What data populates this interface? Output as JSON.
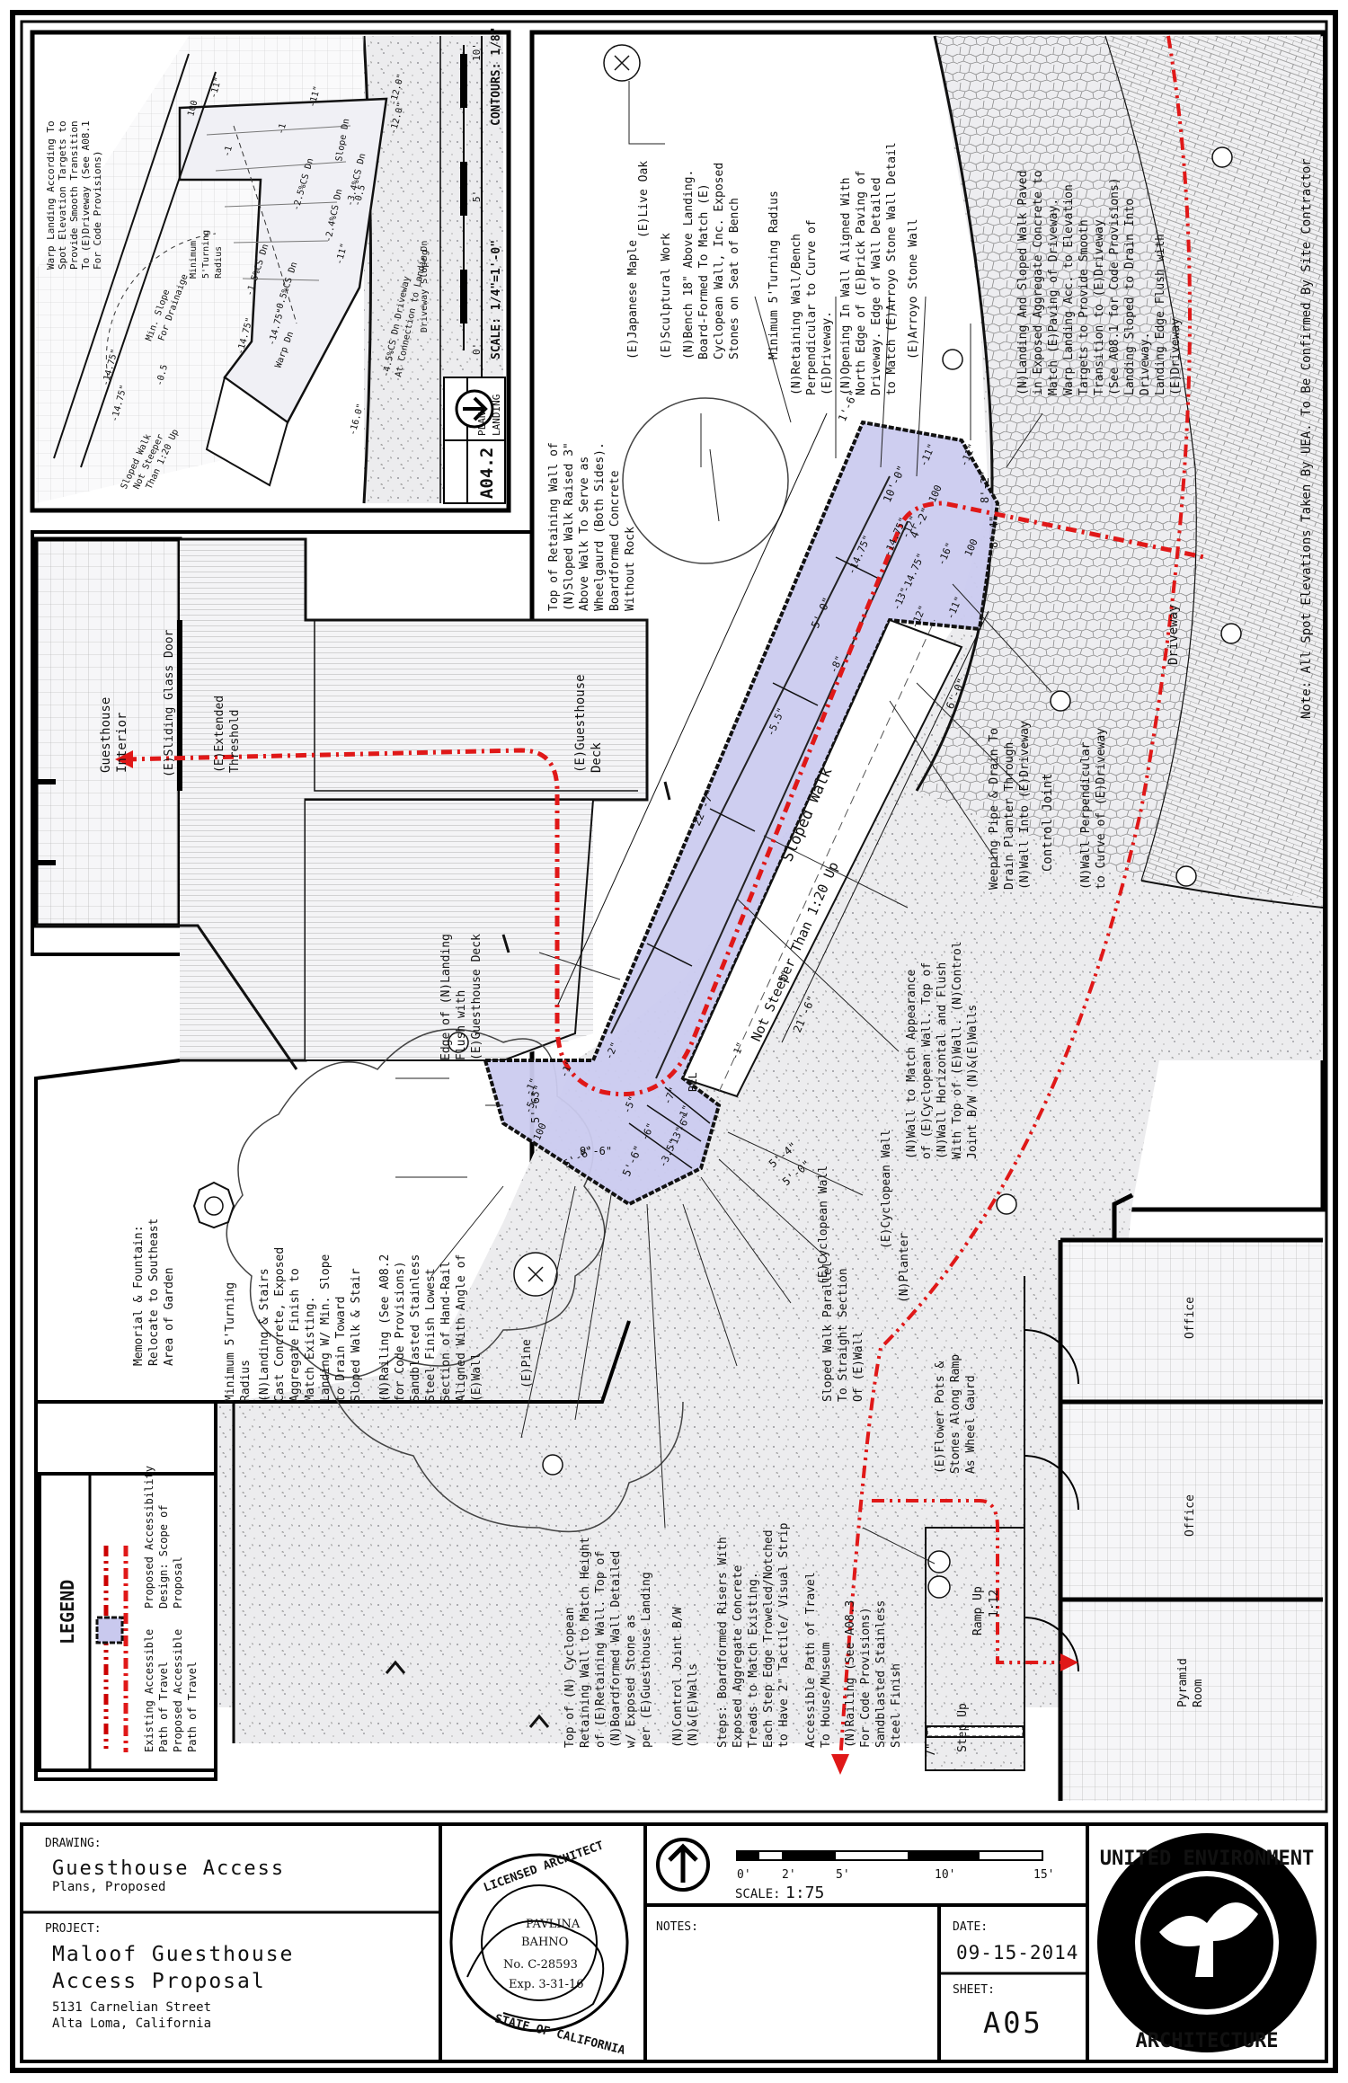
{
  "title_block": {
    "drawing_label": "DRAWING:",
    "drawing_title": "Guesthouse Access",
    "drawing_subtitle": "Plans, Proposed",
    "project_label": "PROJECT:",
    "project_title_1": "Maloof Guesthouse",
    "project_title_2": "Access Proposal",
    "address_1": "5131 Carnelian Street",
    "address_2": "Alta Loma, California",
    "notes_label": "NOTES:",
    "date_label": "DATE:",
    "date_value": "09-15-2014",
    "sheet_label": "SHEET:",
    "sheet_value": "A05",
    "scale_prefix": "SCALE:",
    "scale_value": "1:75",
    "scale_ticks": [
      "0'",
      "2'",
      "5'",
      "10'",
      "15'"
    ],
    "firm_top": "UNITED ENVIRONMENT",
    "firm_bottom": "ARCHITECTURE"
  },
  "stamp": {
    "top": "LICENSED ARCHITECT",
    "bottom": "STATE OF CALIFORNIA",
    "name": "PAVLINA",
    "line2": "BAHNO",
    "license": "No. C-28593",
    "exp": "Exp. 3-31-16"
  },
  "legend": {
    "title": "LEGEND",
    "items": [
      {
        "label_1": "Existing Accessible",
        "label_2": "Path of Travel",
        "color": "#cc0000",
        "style": "dashdotdot"
      },
      {
        "label_1": "Proposed Accessible",
        "label_2": "Path of Travel",
        "color": "#e01818",
        "style": "dashdot"
      },
      {
        "label_1": "Proposed Accessibility",
        "label_2": "Design: Scope of",
        "label_3": "Proposal",
        "color": "#c9c9ee",
        "style": "box"
      }
    ]
  },
  "inset": {
    "tag": "A04.2",
    "plan_label_1": "PLAN:",
    "plan_label_2": "LANDING",
    "scale": "SCALE: 1/4\"=1'-0\"",
    "contours": "CONTOURS: 1/8\"",
    "scale_ticks": [
      "0'",
      "5'",
      "10'"
    ],
    "note": [
      "Warp Landing According To",
      "Spot Elevation Targets to",
      "Provide Smooth Transition",
      "To (E)Driveway (See A08.1",
      "For Code Provisions)"
    ],
    "labels": [
      "Min. Slope",
      "For Drainaige",
      "Minimum",
      "5'Turning",
      "Radius",
      "Sloped Walk",
      "Not Steeper",
      "Than 1:20 Up",
      "Driveway Slope Dn",
      "-4.5%CS Dn Driveway",
      "At Connection to Landing",
      "-1.5%CS Dn",
      "-2.4%CS Dn",
      "-0.5%CS Dn",
      "-2.5%CS Dn",
      "-3.4%CS Dn",
      "Warp Dn",
      "Slope Dn"
    ],
    "elevations": [
      "-14.75\"",
      "-14.75\"",
      "-14.75\"",
      "-16.0\"",
      "-14.75\"",
      "-12.0\"",
      "-12.0\"",
      "-11\"",
      "-11\"",
      "-11\"",
      "-0.5",
      "-0.5",
      "-1",
      "-1",
      "100"
    ]
  },
  "callouts": {
    "live_oak": "(E)Live Oak",
    "japanese_maple": "(E)Japanese Maple",
    "sculptural": "(E)Sculptural Work",
    "bench": [
      "(N)Bench 18\" Above Landing.",
      "Board-Formed To Match (E)",
      "Cyclopean Wall, Inc. Exposed",
      "Stones on Seat of Bench"
    ],
    "turning": "Minimum 5'Turning Radius",
    "retaining_perp": [
      "(N)Retaining Wall/Bench",
      "Perpendicular to Curve of",
      "(E)Driveway."
    ],
    "opening": [
      "(N)Opening In Wall Aligned With",
      "North Edge of (E)Brick Paving of",
      "Driveway. Edge of Wall Detailed",
      "to Match (E)Arroyo Stone Wall Detail"
    ],
    "arroyo": "(E)Arroyo Stone Wall",
    "landing_sloped": [
      "(N)Landing And Sloped Walk Paved",
      "in Exposed Aggregate Concrete to",
      "Match (E)Paving of Driveway.",
      "Warp Landing Acc. to Elevation",
      "Targets to Provide Smooth",
      "Transition to (E)Driveway",
      "(See A08.1 for Code Provisions)",
      "Landing Sloped to Drain Into",
      "Driveway.",
      "Landing Edge Flush with",
      "(E)Driveway"
    ],
    "note_spot": "Note: All Spot Elevations Taken By UEA. To Be Confirmed By Site Contractor",
    "top_retaining": [
      "Top of Retaining Wall of",
      "(N)Sloped Walk Raised 3\"",
      "Above Walk To Serve as",
      "Wheelgaurd (Both Sides).",
      "Boardformed Concrete",
      "Without Rock"
    ],
    "driveway": "Driveway",
    "control_joint": "Control Joint",
    "wall_perp": [
      "(N)Wall Perpendicular",
      "to Curve of (E)Driveway"
    ],
    "weeping": [
      "Weeping Pipe & Drain To",
      "Drain Planter Through",
      "(N)Wall Into (E)Driveway"
    ],
    "wall_match": [
      "(N)Wall to Match Appearance",
      "of (E)Cyclopean Wall. Top of",
      "(N)Wall Horizontal and Flush",
      "With Top of (E)Wall. (N)Control",
      "Joint B/W (N)&(E)Walls"
    ],
    "cyclopean_wall": "(E)Cyclopean Wall",
    "planter": "(N)Planter",
    "sloped_parallel": [
      "Sloped Walk Parallel",
      "To Straight Section",
      "Of (E)Wall"
    ],
    "sloped_walk_1": "Sloped Walk",
    "sloped_walk_2": "Not Steeper Than 1:20 Up",
    "guesthouse_deck": [
      "(E)Guesthouse",
      "Deck"
    ],
    "guesthouse_interior": [
      "Guesthouse",
      "Interior"
    ],
    "sliding_door": "(E)Sliding Glass Door",
    "threshold": [
      "(E)Extended",
      "Threshold"
    ],
    "edge_landing": [
      "Edge of (N)Landing",
      "Flush with",
      "(E)Guesthouse Deck"
    ],
    "memorial": [
      "Memorial & Fountain:",
      "Relocate to Southeast",
      "Area of Garden"
    ],
    "min_turning": [
      "Minimum 5'Turning",
      "Radius"
    ],
    "landing_stairs": [
      "(N)Landing & Stairs",
      "Cast Concrete, Exposed",
      "Aggregate Finish to",
      "Match Existing.",
      "Landing W/ Min. Slope",
      "to Drain Toward",
      "Sloped Walk & Stair"
    ],
    "railing_1": [
      "(N)Railing (See A08.2",
      "for Code Provisions)",
      "Sandblasted Stainless",
      "Steel Finish Lowest",
      "Section of Hand-Rail",
      "Aligned With Angle of",
      "(E)Wall"
    ],
    "pine": "(E)Pine",
    "top_cyclopean": [
      "Top of (N) Cyclopean",
      "Retaining Wall to Match Height",
      "of (E)Retaining Wall. Top of",
      "(N)Boardformed Wall Detailed",
      "w/ Exposed Stone as",
      "per (E)Guesthouse Landing"
    ],
    "control_joint_2": [
      "(N)Control Joint B/W",
      "(N)&(E)Walls"
    ],
    "steps": [
      "Steps: Boardformed Risers With",
      "Exposed Aggregate Concrete",
      "Treads to Match Existing.",
      "Each Step Edge Troweled/Notched",
      "to Have 2\" Tactile/ Visual Strip"
    ],
    "accessible_path": [
      "Accessible Path of Travel",
      "To House/Museum"
    ],
    "railing_2": [
      "(N)Railing (See A08.3",
      "For Code Provisions)",
      "Sandblasted Stainless",
      "Steel Finish"
    ],
    "flower_pots": [
      "(E)Flower Pots &",
      "Stones Along Ramp",
      "As Wheel Gaurd"
    ],
    "ramp_up": "Ramp Up",
    "ramp_slope": "1:12",
    "step_up": "Step Up",
    "step_height": "7\"",
    "office_1": "Office",
    "office_2": "Office",
    "pyramid": [
      "Pyramid",
      "Room"
    ],
    "rel": "REL",
    "dims": [
      "22'-7\"",
      "21'-6\"",
      "5'-0\"",
      "6'-0\"",
      "5'-6\"",
      "9'-6\"",
      "5'-6\"",
      "1'-6\"",
      "10'-0\"",
      "4'-2\"",
      "8'-2\"",
      "8'-4\"",
      "5'-6\"",
      "5'-4\"",
      "5'-0\""
    ],
    "elev_main": [
      "-14.75\"",
      "-14.75\"",
      "-14.75\"",
      "-16\"",
      "-12\"",
      "-11\"",
      "-11\"",
      "-11\"",
      "-5.5\"",
      "-8\"",
      "-5\"",
      "-1\"",
      "-1\"",
      "-6\"",
      "-5.5\"",
      "-1\"",
      "-2\"",
      "100",
      "100",
      "100",
      "-13\"",
      "-12\"",
      "-13\"",
      "-6\"",
      "-7\"",
      "-3.5\"",
      "-1\"",
      "-5\""
    ]
  }
}
